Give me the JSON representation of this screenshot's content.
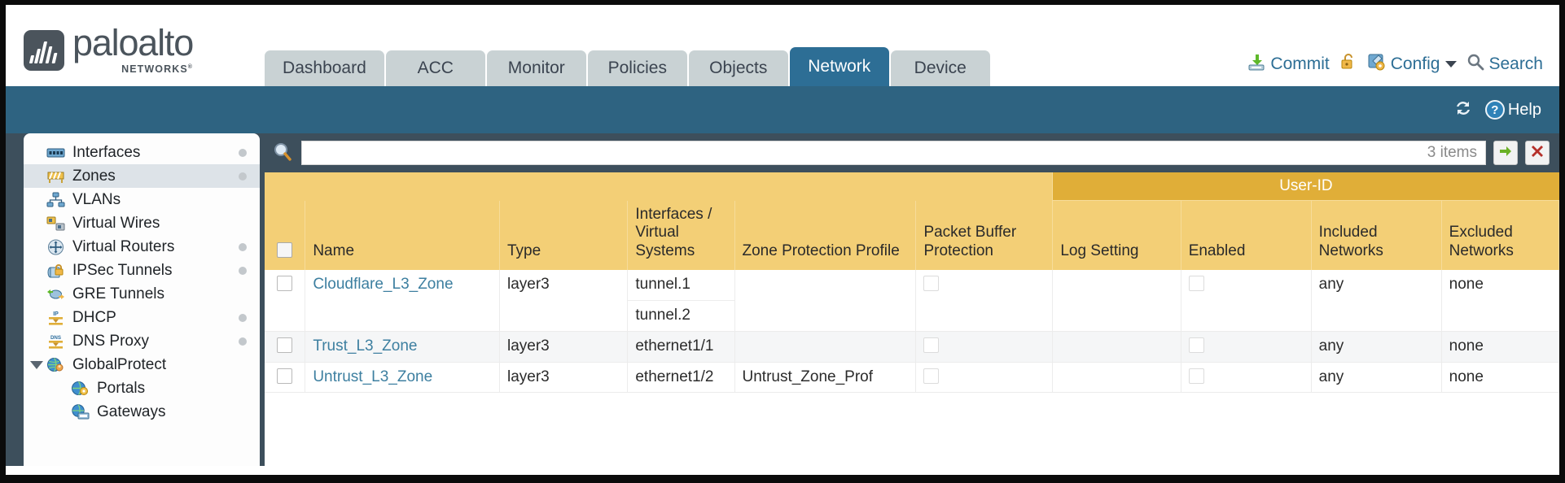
{
  "brand": {
    "name": "paloalto",
    "sub": "NETWORKS",
    "reg": "®"
  },
  "tabs": [
    {
      "label": "Dashboard",
      "active": false
    },
    {
      "label": "ACC",
      "active": false
    },
    {
      "label": "Monitor",
      "active": false
    },
    {
      "label": "Policies",
      "active": false
    },
    {
      "label": "Objects",
      "active": false
    },
    {
      "label": "Network",
      "active": true
    },
    {
      "label": "Device",
      "active": false
    }
  ],
  "header_actions": {
    "commit": "Commit",
    "commit_icon": "commit-download-icon",
    "lock_icon": "unlocked-padlock-icon",
    "config": "Config",
    "config_icon": "config-wrench-icon",
    "config_caret": "chevron-down-icon",
    "search": "Search",
    "search_icon": "magnifier-icon"
  },
  "subbar": {
    "refresh_icon": "refresh-icon",
    "help": "Help",
    "help_icon": "question-circle-icon"
  },
  "sidebar": {
    "items": [
      {
        "label": "Interfaces",
        "icon": "interfaces-icon",
        "dot": true,
        "selected": false,
        "child": false,
        "expander": false
      },
      {
        "label": "Zones",
        "icon": "zones-icon",
        "dot": true,
        "selected": true,
        "child": false,
        "expander": false
      },
      {
        "label": "VLANs",
        "icon": "vlans-icon",
        "dot": false,
        "selected": false,
        "child": false,
        "expander": false
      },
      {
        "label": "Virtual Wires",
        "icon": "virtual-wires-icon",
        "dot": false,
        "selected": false,
        "child": false,
        "expander": false
      },
      {
        "label": "Virtual Routers",
        "icon": "virtual-routers-icon",
        "dot": true,
        "selected": false,
        "child": false,
        "expander": false
      },
      {
        "label": "IPSec Tunnels",
        "icon": "ipsec-tunnels-icon",
        "dot": true,
        "selected": false,
        "child": false,
        "expander": false
      },
      {
        "label": "GRE Tunnels",
        "icon": "gre-tunnels-icon",
        "dot": false,
        "selected": false,
        "child": false,
        "expander": false
      },
      {
        "label": "DHCP",
        "icon": "dhcp-icon",
        "dot": true,
        "selected": false,
        "child": false,
        "expander": false
      },
      {
        "label": "DNS Proxy",
        "icon": "dns-proxy-icon",
        "dot": true,
        "selected": false,
        "child": false,
        "expander": false
      },
      {
        "label": "GlobalProtect",
        "icon": "globalprotect-icon",
        "dot": false,
        "selected": false,
        "child": false,
        "expander": true
      },
      {
        "label": "Portals",
        "icon": "portals-icon",
        "dot": false,
        "selected": false,
        "child": true,
        "expander": false
      },
      {
        "label": "Gateways",
        "icon": "gateways-icon",
        "dot": false,
        "selected": false,
        "child": true,
        "expander": false
      }
    ]
  },
  "toolbar": {
    "search_icon": "magnifier-icon",
    "search_value": "",
    "search_placeholder": "",
    "item_count": "3 items",
    "apply_icon": "green-arrow-icon",
    "clear_icon": "red-x-icon"
  },
  "table": {
    "group_header": {
      "label": "User-ID",
      "spans": [
        "Enabled",
        "Included Networks",
        "Excluded Networks"
      ]
    },
    "columns": [
      "Name",
      "Type",
      "Interfaces / Virtual Systems",
      "Zone Protection Profile",
      "Packet Buffer Protection",
      "Log Setting",
      "Enabled",
      "Included Networks",
      "Excluded Networks"
    ],
    "rows": [
      {
        "selected": false,
        "name": "Cloudflare_L3_Zone",
        "type": "layer3",
        "interfaces": [
          "tunnel.1",
          "tunnel.2"
        ],
        "zone_protection_profile": "",
        "packet_buffer_protection": false,
        "log_setting": "",
        "user_id_enabled": false,
        "included_networks": "any",
        "excluded_networks": "none"
      },
      {
        "selected": false,
        "name": "Trust_L3_Zone",
        "type": "layer3",
        "interfaces": [
          "ethernet1/1"
        ],
        "zone_protection_profile": "",
        "packet_buffer_protection": false,
        "log_setting": "",
        "user_id_enabled": false,
        "included_networks": "any",
        "excluded_networks": "none"
      },
      {
        "selected": false,
        "name": "Untrust_L3_Zone",
        "type": "layer3",
        "interfaces": [
          "ethernet1/2"
        ],
        "zone_protection_profile": "Untrust_Zone_Prof",
        "packet_buffer_protection": false,
        "log_setting": "",
        "user_id_enabled": false,
        "included_networks": "any",
        "excluded_networks": "none"
      }
    ]
  },
  "colors": {
    "tab_active": "#2d6e95",
    "tab_inactive": "#c9d2d4",
    "header_gold": "#f3cf76",
    "group_gold": "#e0ae38",
    "link": "#3d7fa0",
    "chrome_blue": "#2e6381",
    "body_slate": "#3d4f5c"
  }
}
